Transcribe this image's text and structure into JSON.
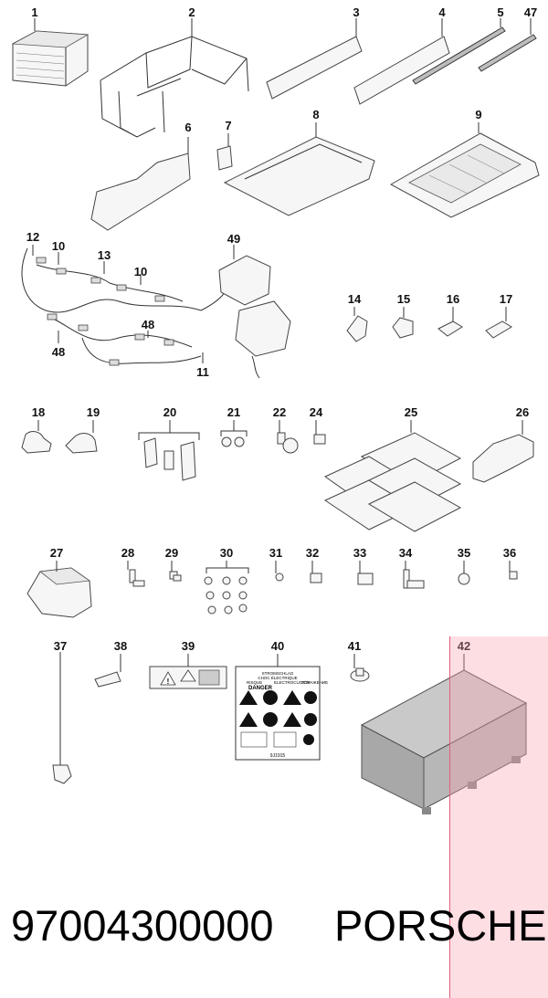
{
  "callouts": [
    "1",
    "2",
    "3",
    "4",
    "5",
    "47",
    "6",
    "7",
    "8",
    "9",
    "12",
    "10",
    "13",
    "49",
    "10",
    "14",
    "15",
    "16",
    "17",
    "48",
    "48",
    "11",
    "18",
    "19",
    "20",
    "21",
    "22",
    "24",
    "25",
    "26",
    "27",
    "28",
    "29",
    "30",
    "31",
    "32",
    "33",
    "34",
    "35",
    "36",
    "37",
    "38",
    "39",
    "40",
    "41",
    "42"
  ],
  "label39": {
    "icon": "warning-triangle-icon"
  },
  "label40": {
    "header": [
      "STROMSCHLAG",
      "CHOC ÉLECTRIQUE",
      "RISQUE",
      "ELECTROCUCIÓN",
      "ПОРАЖЕНИЕ"
    ],
    "danger": "DANGER",
    "code": "9J1915"
  },
  "footer": {
    "part_number": "97004300000",
    "brand": "PORSCHE"
  },
  "highlight_color": "#fadce1"
}
